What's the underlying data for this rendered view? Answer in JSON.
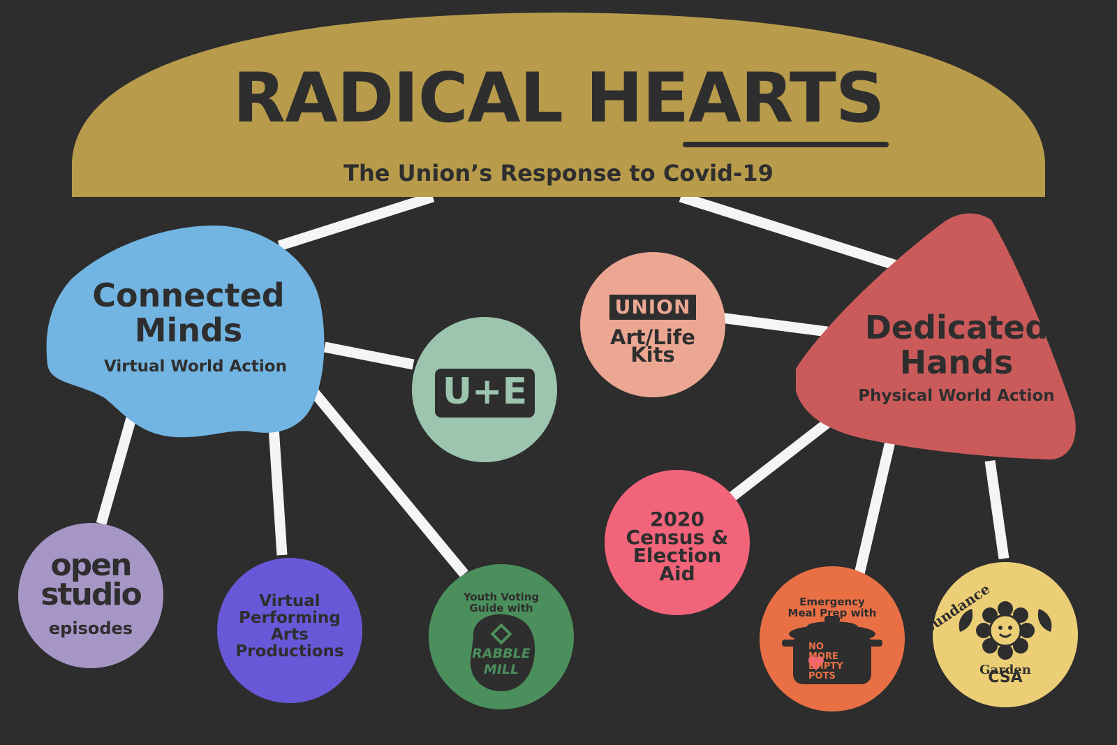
{
  "header": {
    "title_part1": "RADICAL HE",
    "title_part2": "ARTS",
    "subtitle": "The Union’s Response to Covid-19"
  },
  "branches": {
    "virtual": {
      "title_line1": "Connected",
      "title_line2": "Minds",
      "subtitle": "Virtual World Action"
    },
    "physical": {
      "title_line1": "Dedicated",
      "title_line2": "Hands",
      "subtitle": "Physical World Action"
    }
  },
  "nodes": {
    "open_studio": {
      "line1": "open",
      "line2": "studio",
      "line3": "episodes"
    },
    "virtual_performing": {
      "line1": "Virtual",
      "line2": "Performing",
      "line3": "Arts",
      "line4": "Productions"
    },
    "youth_voting": {
      "line1": "Youth Voting",
      "line2": "Guide with",
      "logo_line1": "RABBLE",
      "logo_line2": "MILL"
    },
    "ue": {
      "logo": "U+E"
    },
    "union_kits": {
      "logo": "UNION",
      "line1": "Art/Life",
      "line2": "Kits"
    },
    "census": {
      "line1": "2020",
      "line2": "Census &",
      "line3": "Election",
      "line4": "Aid"
    },
    "meal_prep": {
      "line1": "Emergency",
      "line2": "Meal Prep with",
      "logo_line1": "NO",
      "logo_line2": "MORE",
      "logo_line3": "EMPTY",
      "logo_line4": "POTS"
    },
    "abundance": {
      "arc_top": "Abundance",
      "arc_bottom": "Garden",
      "label": "CSA"
    }
  },
  "colors": {
    "background": "#2d2d2d",
    "header": "#b89c4c",
    "virtual": "#72b5e2",
    "physical": "#cb5b5b",
    "connector": "#f5f5f5",
    "open_studio": "#a596c6",
    "virtual_performing": "#6858d8",
    "youth_voting": "#4b8f5c",
    "ue": "#9cc4ae",
    "union_kits": "#eba792",
    "census": "#f2647a",
    "meal_prep": "#e97044",
    "abundance": "#ebce76"
  },
  "icons": [
    "rabble-mill-logo",
    "cooking-pot-icon",
    "heart-icon",
    "flower-mascot-icon",
    "leaf-icon"
  ]
}
